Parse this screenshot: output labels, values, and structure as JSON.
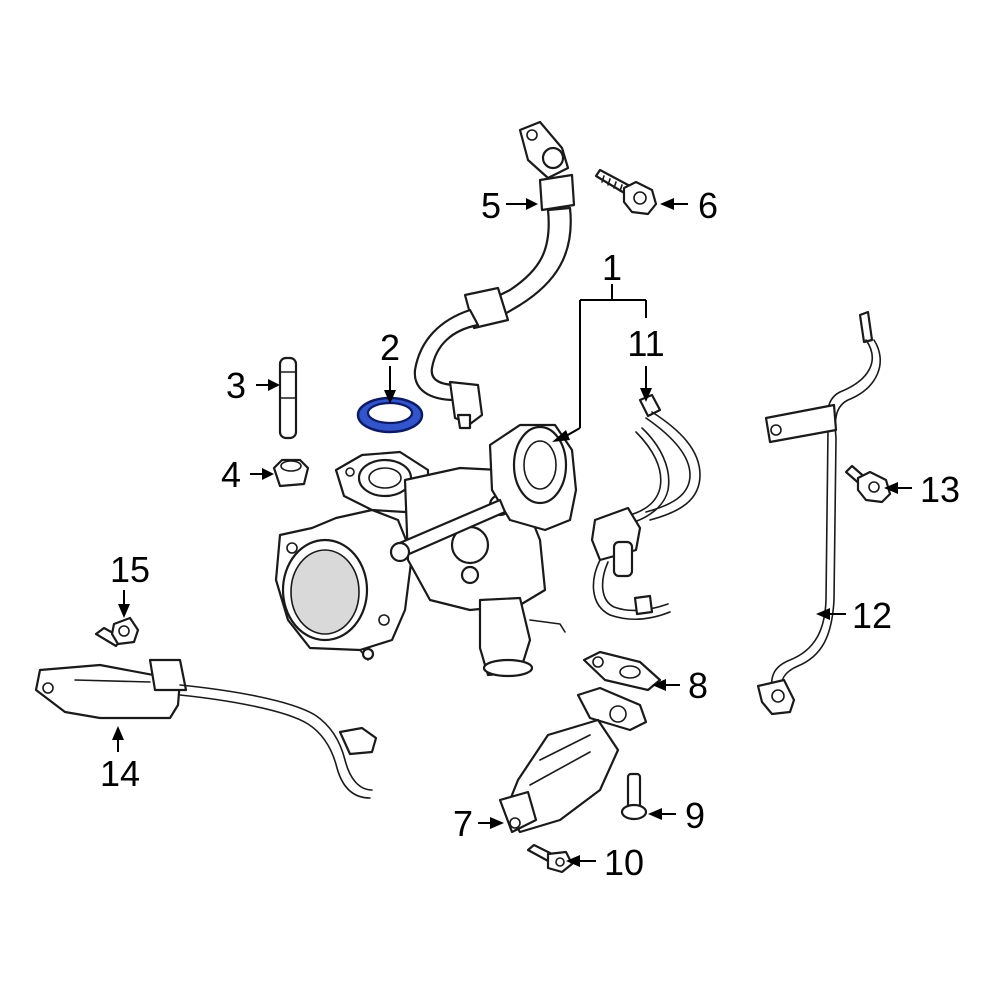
{
  "callouts": [
    {
      "id": "1",
      "label": "1"
    },
    {
      "id": "2",
      "label": "2"
    },
    {
      "id": "3",
      "label": "3"
    },
    {
      "id": "4",
      "label": "4"
    },
    {
      "id": "5",
      "label": "5"
    },
    {
      "id": "6",
      "label": "6"
    },
    {
      "id": "7",
      "label": "7"
    },
    {
      "id": "8",
      "label": "8"
    },
    {
      "id": "9",
      "label": "9"
    },
    {
      "id": "10",
      "label": "10"
    },
    {
      "id": "11",
      "label": "11"
    },
    {
      "id": "12",
      "label": "12"
    },
    {
      "id": "13",
      "label": "13"
    },
    {
      "id": "14",
      "label": "14"
    },
    {
      "id": "15",
      "label": "15"
    }
  ],
  "highlighted_part": "2",
  "colors": {
    "highlight_fill": "#3355cc",
    "line": "#1a1a1a",
    "background": "#ffffff"
  }
}
